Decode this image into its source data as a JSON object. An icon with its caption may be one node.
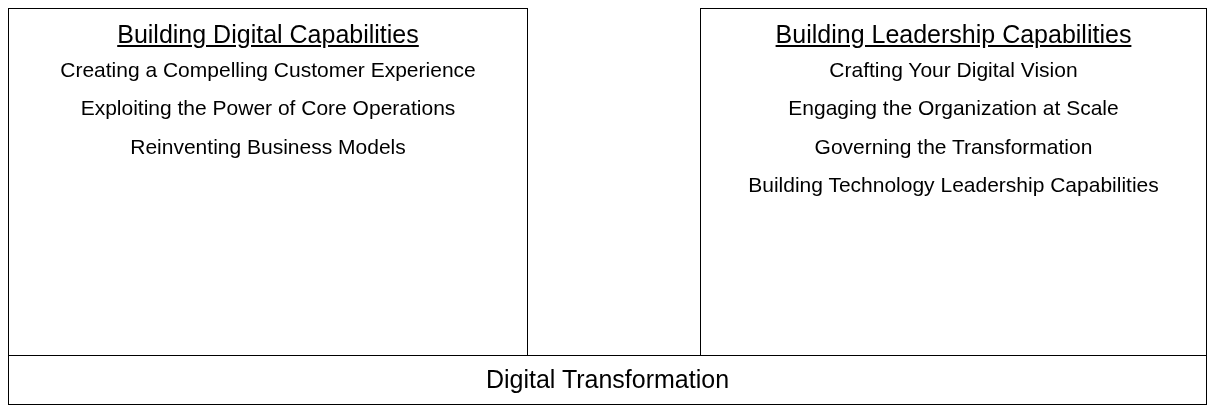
{
  "diagram": {
    "nodes": [
      {
        "text": [
          "Building Digital Capabilities",
          "Creating a Compelling Customer Experience",
          "Exploiting the Power of Core Operations",
          "Reinventing Business Models"
        ]
      },
      {
        "text": [
          "Building Leadership Capabilities",
          "Crafting Your Digital Vision",
          "Engaging the Organization at Scale",
          "Governing the Transformation",
          "Building Technology Leadership Capabilities"
        ]
      },
      {
        "text": [
          "Digital Transformation"
        ]
      }
    ]
  }
}
